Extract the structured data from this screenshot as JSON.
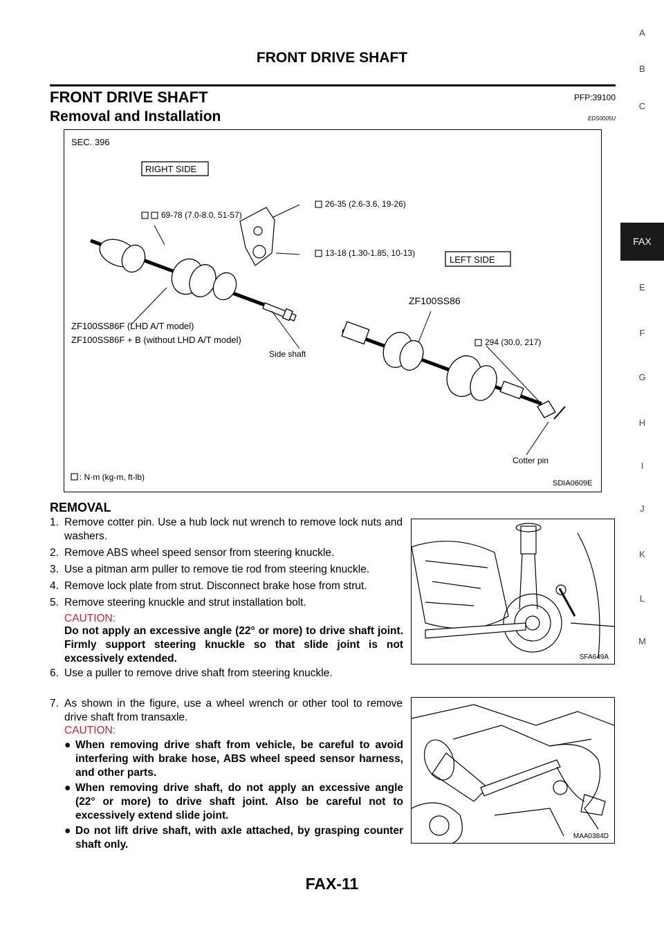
{
  "header": "FRONT DRIVE SHAFT",
  "section_title": "FRONT DRIVE SHAFT",
  "pfp_code": "PFP:39100",
  "subsection_title": "Removal and Installation",
  "eds_code": "EDS0005U",
  "figure1": {
    "sec": "SEC. 396",
    "right_side": "RIGHT SIDE",
    "left_side": "LEFT SIDE",
    "torque_69": "69-78 (7.0-8.0, 51-57)",
    "torque_26": "26-35 (2.6-3.6, 19-26)",
    "torque_13": "13-18 (1.30-1.85, 10-13)",
    "torque_294": "294 (30.0, 217)",
    "model_right_1": "ZF100SS86F (LHD A/T model)",
    "model_right_2": "ZF100SS86F + B (without LHD A/T model)",
    "model_left": "ZF100SS86",
    "side_shaft": "Side shaft",
    "cotter_pin": "Cotter pin",
    "units": ": N·m (kg-m, ft-lb)",
    "id": "SDIA0609E"
  },
  "removal_title": "REMOVAL",
  "steps": {
    "s1": {
      "n": "1.",
      "t": "Remove cotter pin. Use a hub lock nut wrench to remove lock nuts and washers."
    },
    "s2": {
      "n": "2.",
      "t": "Remove ABS wheel speed sensor from steering knuckle."
    },
    "s3": {
      "n": "3.",
      "t": "Use a pitman arm puller to remove tie rod from steering knuckle."
    },
    "s4": {
      "n": "4.",
      "t": "Remove lock plate from strut. Disconnect brake hose from strut."
    },
    "s5": {
      "n": "5.",
      "t": "Remove steering knuckle and strut installation bolt."
    },
    "s6": {
      "n": "6.",
      "t": "Use a puller to remove drive shaft from steering knuckle."
    },
    "s7": {
      "n": "7.",
      "t": "As shown in the figure, use a wheel wrench or other tool to remove drive shaft from transaxle."
    }
  },
  "caution_label": "CAUTION:",
  "caution1": "Do not apply an excessive angle (22° or more) to drive shaft joint. Firmly support steering knuckle so that slide joint is not excessively extended.",
  "caution2": [
    "When removing drive shaft from vehicle, be careful to avoid interfering with brake hose, ABS wheel speed sensor harness, and other parts.",
    "When removing drive shaft, do not apply an excessive angle (22° or more) to drive shaft joint. Also be careful not to excessively extend slide joint.",
    "Do not lift drive shaft, with axle attached, by grasping counter shaft only."
  ],
  "bullet_symbol": "●",
  "figure2_id": "SFA649A",
  "figure3_id": "MAA0384D",
  "footer": "FAX-11",
  "tabs": [
    "A",
    "B",
    "C",
    "FAX",
    "E",
    "F",
    "G",
    "H",
    "I",
    "J",
    "K",
    "L",
    "M"
  ]
}
